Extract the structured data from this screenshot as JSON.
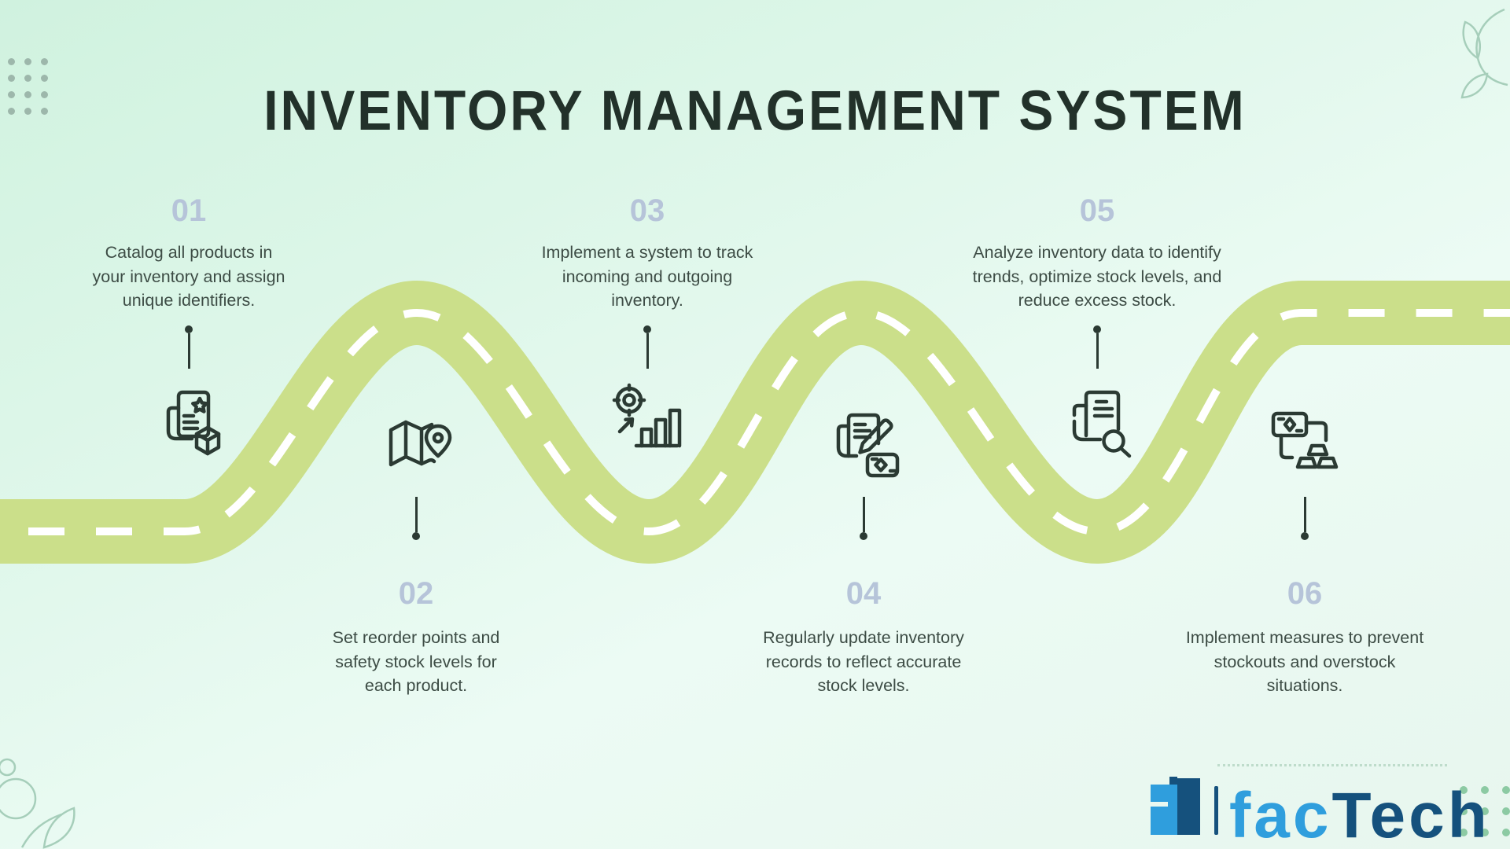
{
  "title": "INVENTORY MANAGEMENT SYSTEM",
  "steps": [
    {
      "number": "01",
      "icon": "product-catalog-icon",
      "lines": [
        "Catalog all products in",
        "your inventory and assign",
        "unique identifiers."
      ]
    },
    {
      "number": "02",
      "icon": "map-location-icon",
      "lines": [
        "Set reorder points and",
        "safety stock levels for",
        "each product."
      ]
    },
    {
      "number": "03",
      "icon": "tracking-growth-chart-icon",
      "lines": [
        "Implement a system to track",
        "incoming and outgoing",
        "inventory."
      ]
    },
    {
      "number": "04",
      "icon": "update-records-icon",
      "lines": [
        "Regularly update inventory",
        "records to reflect accurate",
        "stock levels."
      ]
    },
    {
      "number": "05",
      "icon": "analyze-data-icon",
      "lines": [
        "Analyze inventory data to identify",
        "trends, optimize stock levels, and",
        "reduce excess stock."
      ]
    },
    {
      "number": "06",
      "icon": "stock-balance-icon",
      "lines": [
        "Implement measures to prevent",
        "stockouts and overstock",
        "situations."
      ]
    }
  ],
  "logo": {
    "prefix": "fac",
    "suffix": "Tech"
  },
  "colors": {
    "background_top": "#d0f2df",
    "background_bottom": "#eafaf3",
    "road": "#cbdf8a",
    "road_dash": "#ffffff",
    "step_number": "#b6c4d9",
    "body_text": "#3d4c45",
    "title_text": "#22312a",
    "icon_stroke": "#2b3a33",
    "logo_light_blue": "#2f9edd",
    "logo_navy": "#15517d",
    "ornament_green": "#a6ceba"
  }
}
